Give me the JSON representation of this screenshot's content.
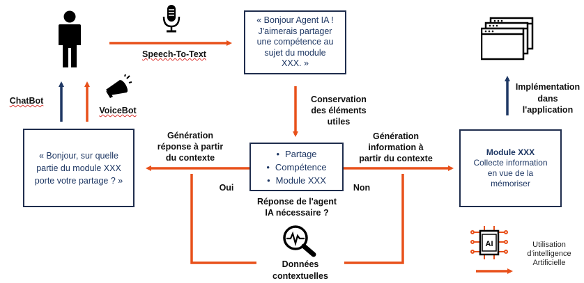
{
  "colors": {
    "navy": "#1f3864",
    "orange": "#e8501a",
    "dark": "#111111"
  },
  "top_box": {
    "lines": [
      "« Bonjour Agent IA !",
      "J'aimerais partager",
      "une compétence au",
      "sujet du module",
      "XXX. »"
    ]
  },
  "center_box": {
    "items": [
      "Partage",
      "Compétence",
      "Module XXX"
    ]
  },
  "left_box": {
    "lines": [
      "« Bonjour, sur quelle",
      "partie du module XXX",
      "porte votre partage ? »"
    ]
  },
  "right_box": {
    "title": "Module XXX",
    "lines": [
      "Collecte information",
      "en vue de la",
      "mémoriser"
    ]
  },
  "labels": {
    "speech_to_text": "Speech-To-Text",
    "conservation": [
      "Conservation",
      "des éléments",
      "utiles"
    ],
    "generation_left": [
      "Génération",
      "réponse à partir",
      "du contexte"
    ],
    "generation_right": [
      "Génération",
      "information à",
      "partir du contexte"
    ],
    "oui": "Oui",
    "non": "Non",
    "question": [
      "Réponse de l'agent",
      "IA nécessaire ?"
    ],
    "donnees": [
      "Données",
      "contextuelles"
    ],
    "implementation": [
      "Implémentation",
      "dans",
      "l'application"
    ],
    "chatbot": "ChatBot",
    "voicebot": "VoiceBot"
  },
  "legend": {
    "text": [
      "Utilisation",
      "d'intelligence",
      "Artificielle"
    ],
    "chip_text": "AI"
  },
  "icons": {
    "person": "person-icon",
    "microphone": "microphone-icon",
    "megaphone": "megaphone-icon",
    "magnifier": "search-analytics-icon",
    "windows": "app-windows-icon",
    "ai_chip": "ai-chip-icon"
  }
}
